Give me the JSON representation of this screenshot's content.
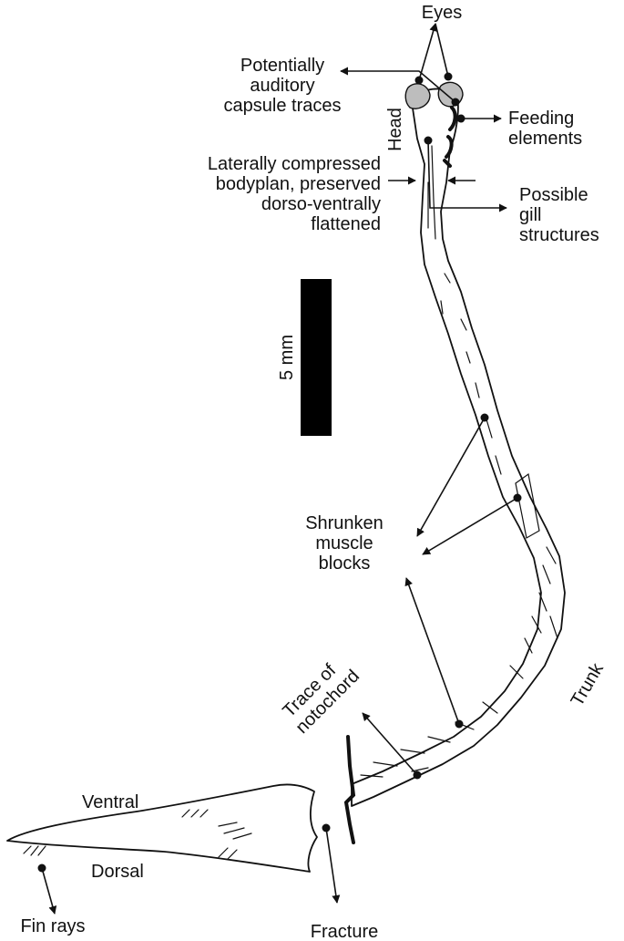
{
  "labels": {
    "eyes": "Eyes",
    "auditory_1": "Potentially",
    "auditory_2": "auditory",
    "auditory_3": "capsule traces",
    "head": "Head",
    "feeding_1": "Feeding",
    "feeding_2": "elements",
    "body_1": "Laterally compressed",
    "body_2": "bodyplan, preserved",
    "body_3": "dorso-ventrally",
    "body_4": "flattened",
    "gill_1": "Possible",
    "gill_2": "gill",
    "gill_3": "structures",
    "scale": "5 mm",
    "muscle_1": "Shrunken",
    "muscle_2": "muscle",
    "muscle_3": "blocks",
    "notochord_1": "Trace of",
    "notochord_2": "notochord",
    "trunk": "Trunk",
    "ventral": "Ventral",
    "dorsal": "Dorsal",
    "fin_rays": "Fin rays",
    "fracture": "Fracture"
  },
  "colors": {
    "ink": "#111111",
    "eye_fill": "#bdbdbd",
    "background": "#ffffff"
  }
}
